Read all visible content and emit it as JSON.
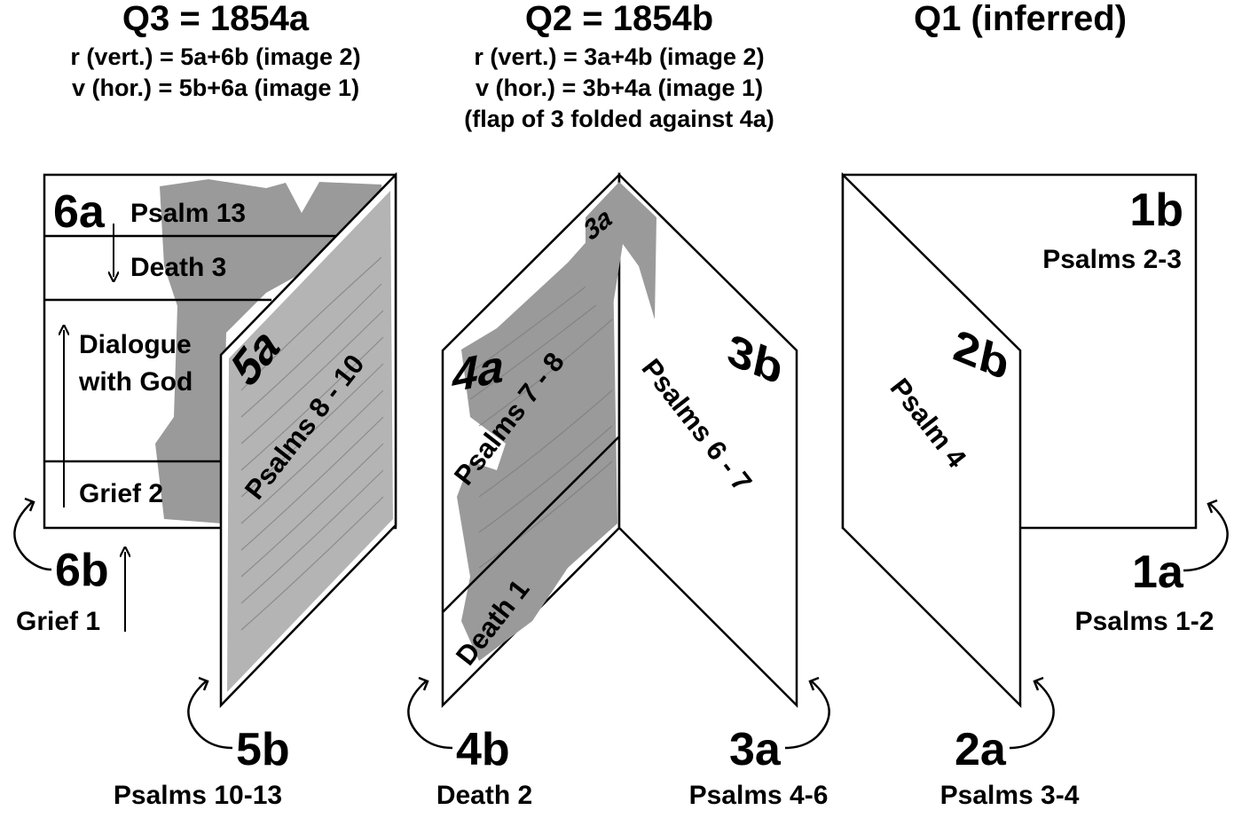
{
  "quires": [
    {
      "title": "Q3 = 1854a",
      "lines": [
        "r (vert.) = 5a+6b (image 2)",
        "v (hor.) = 5b+6a (image 1)"
      ],
      "pages": {
        "6a": {
          "label": "6a",
          "sections": [
            "Psalm 13",
            "Death 3",
            "Dialogue",
            "with God",
            "Grief 2"
          ]
        },
        "6b": {
          "label": "6b",
          "caption": "Grief 1"
        },
        "5a": {
          "label": "5a",
          "content": "Psalms 8 - 10"
        },
        "5b": {
          "label": "5b",
          "caption": "Psalms 10-13"
        }
      }
    },
    {
      "title": "Q2 = 1854b",
      "lines": [
        "r (vert.) = 3a+4b (image 2)",
        "v (hor.) = 3b+4a (image 1)",
        "(flap of 3 folded against 4a)"
      ],
      "pages": {
        "4a": {
          "label": "4a",
          "content": "Psalms 7 - 8",
          "sub": "Death 1"
        },
        "4b": {
          "label": "4b",
          "caption": "Death 2"
        },
        "3a_flap": {
          "label": "3a"
        },
        "3b": {
          "label": "3b",
          "content": "Psalms 6 - 7"
        },
        "3a": {
          "label": "3a",
          "caption": "Psalms 4-6"
        }
      }
    },
    {
      "title": "Q1 (inferred)",
      "lines": [],
      "pages": {
        "1b": {
          "label": "1b",
          "content": "Psalms 2-3"
        },
        "2b": {
          "label": "2b",
          "content": "Psalm 4"
        },
        "1a": {
          "label": "1a",
          "caption": "Psalms 1-2"
        },
        "2a": {
          "label": "2a",
          "caption": "Psalms 3-4"
        }
      }
    }
  ],
  "colors": {
    "fragment": "#9a9a9a",
    "fragment_light": "#b4b4b4",
    "ink": "#000000"
  },
  "icons": [
    "curved-arrow-icon",
    "up-arrow-icon",
    "down-arrow-icon"
  ]
}
